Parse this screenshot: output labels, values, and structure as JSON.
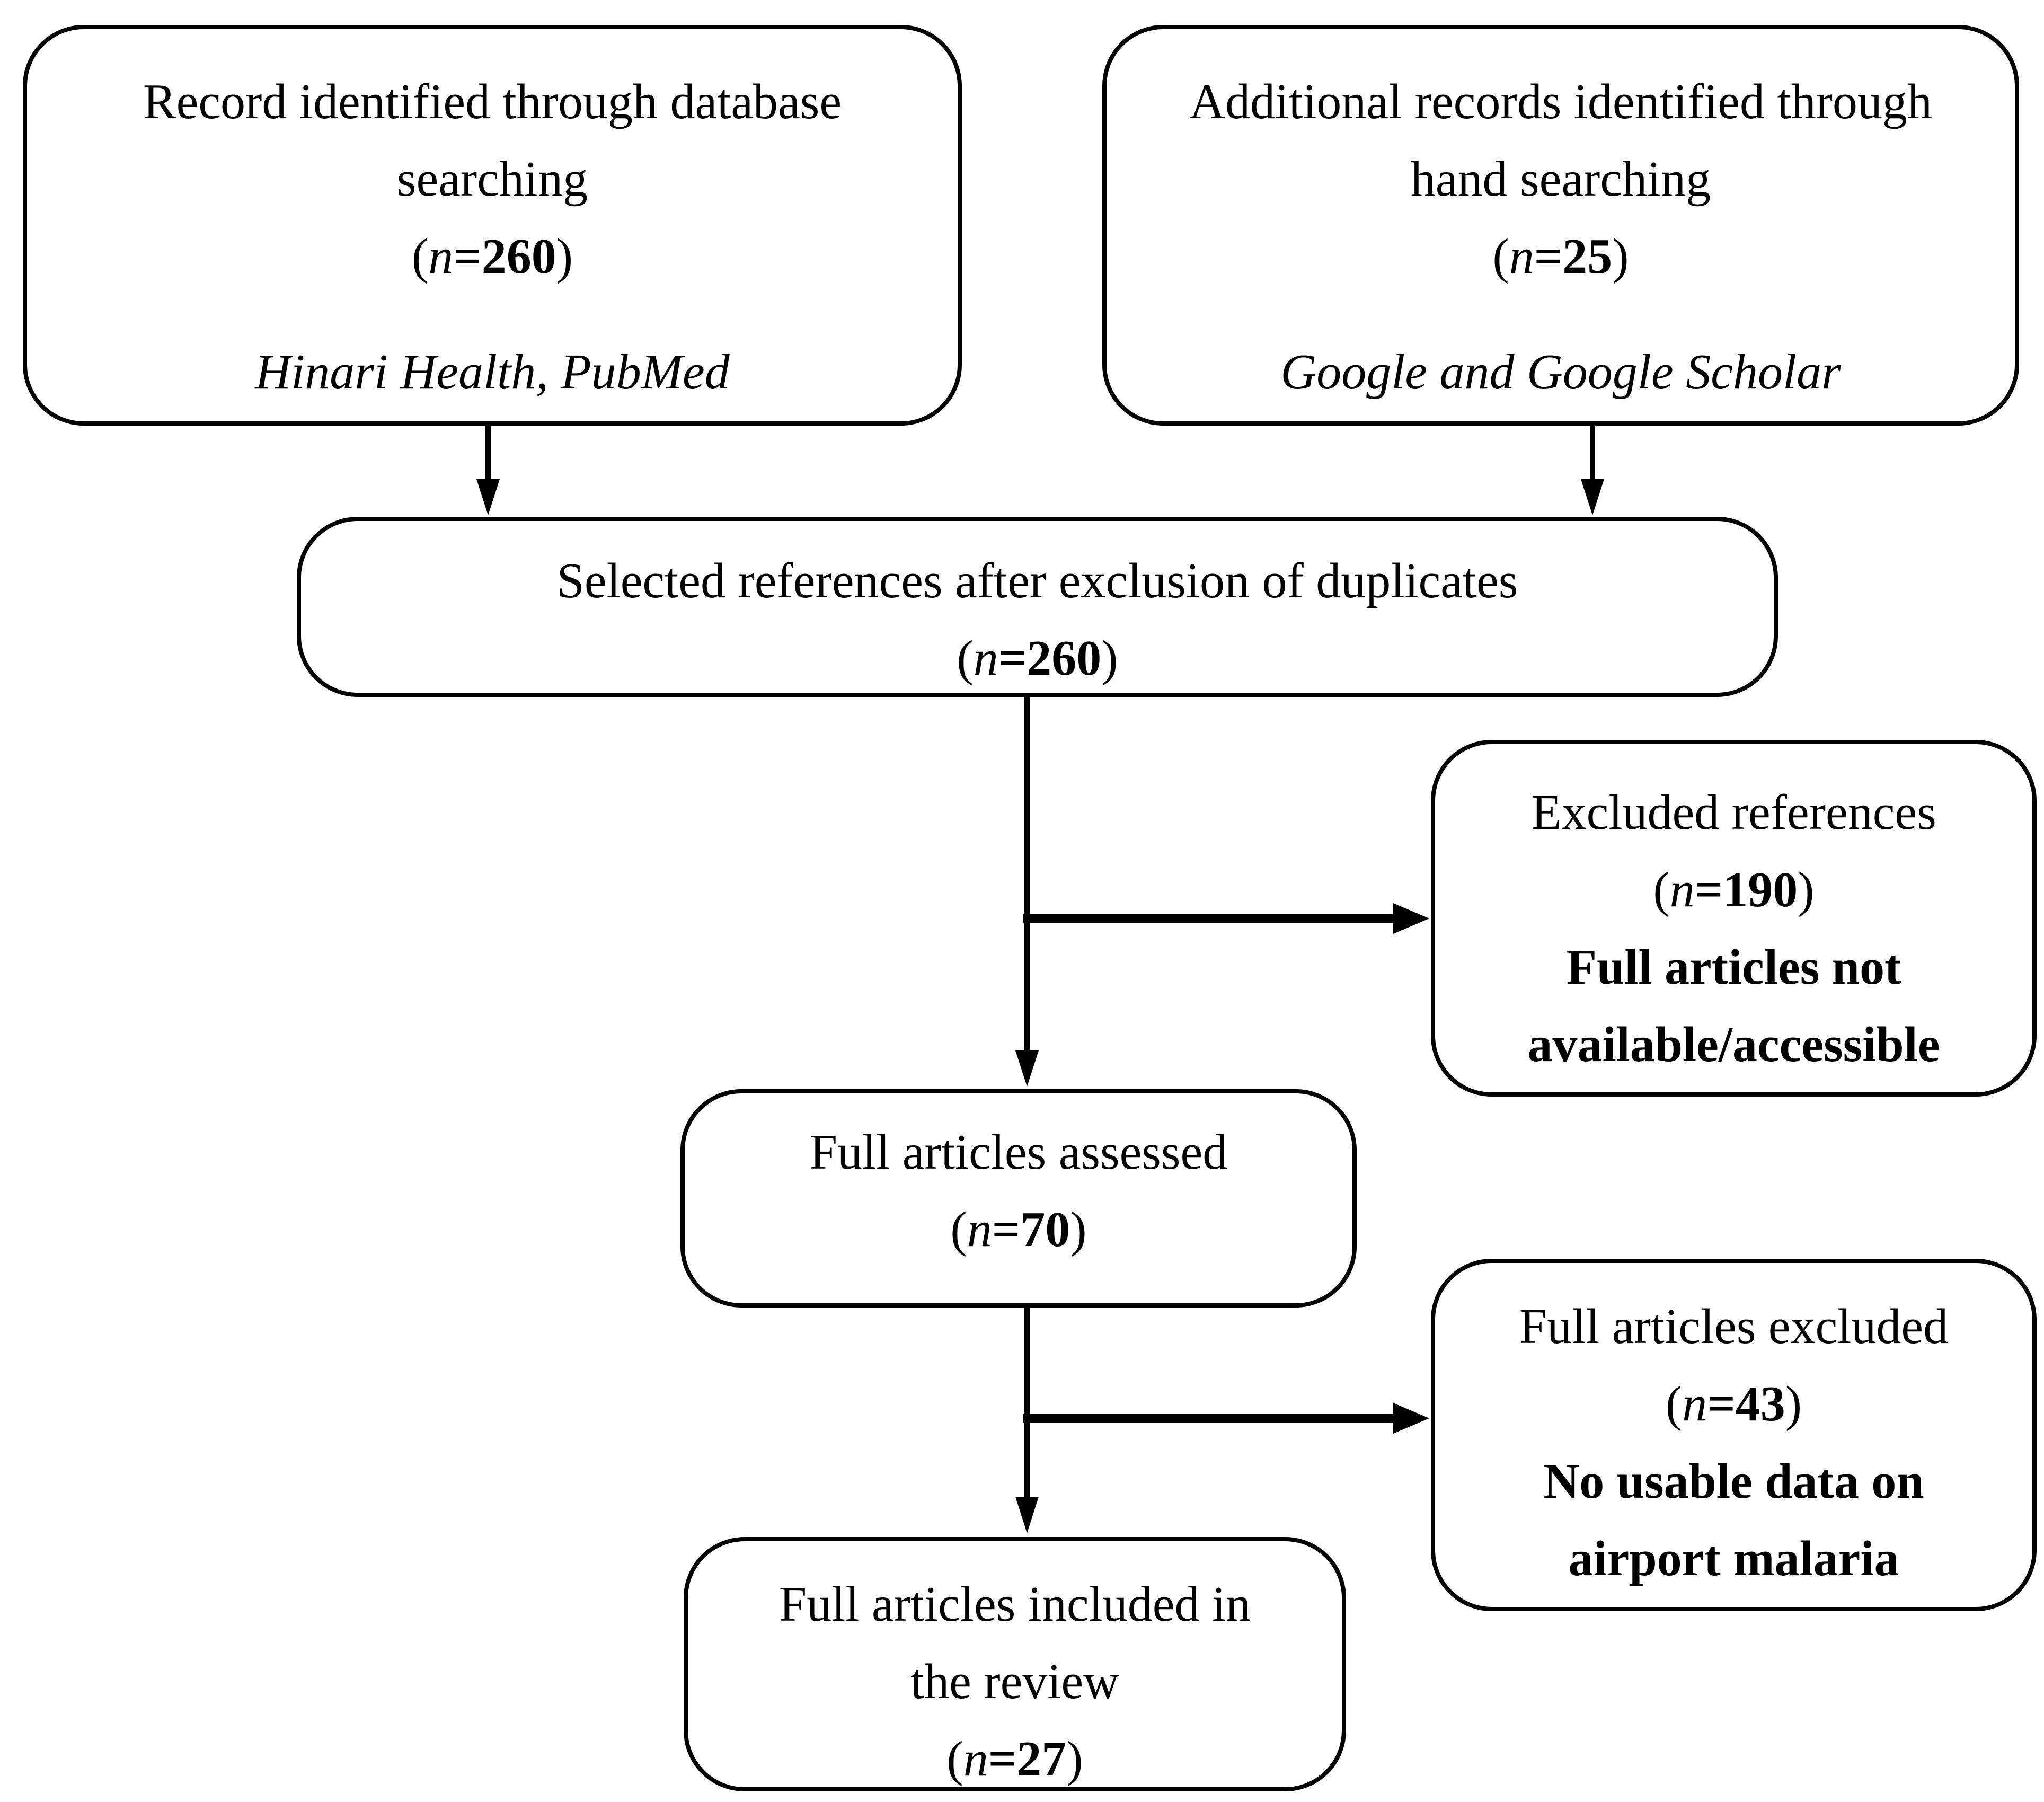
{
  "colors": {
    "ink": "#000000",
    "paper": "#ffffff"
  },
  "boxes": {
    "database": {
      "line1": "Record identified through database",
      "line2": "searching",
      "n": {
        "o": "(",
        "v": "n",
        "b": "=260",
        "c": ")"
      },
      "source": "Hinari Health, PubMed"
    },
    "hand": {
      "line1": "Additional records identified through",
      "line2": "hand searching",
      "n": {
        "o": "(",
        "v": "n",
        "b": "=25",
        "c": ")"
      },
      "source": "Google and Google Scholar"
    },
    "dedup": {
      "line1": "Selected references after exclusion of duplicates",
      "n": {
        "o": "(",
        "v": "n",
        "b": "=260",
        "c": ")"
      }
    },
    "excluded_refs": {
      "line1": "Excluded references",
      "n": {
        "o": "(",
        "v": "n",
        "b": "=190",
        "c": ")"
      },
      "bold1": "Full articles not",
      "bold2": "available/accessible"
    },
    "assessed": {
      "line1": "Full articles assessed",
      "n": {
        "o": "(",
        "v": "n",
        "b": "=70",
        "c": ")"
      }
    },
    "full_excluded": {
      "line1": "Full articles excluded",
      "n": {
        "o": "(",
        "v": "n",
        "b": "=43",
        "c": ")"
      },
      "bold1": "No usable data on",
      "bold2": "airport malaria"
    },
    "included": {
      "line1": "Full articles included in",
      "line2": "the review",
      "n": {
        "o": "(",
        "v": "n",
        "b": "=27",
        "c": ")"
      }
    }
  }
}
